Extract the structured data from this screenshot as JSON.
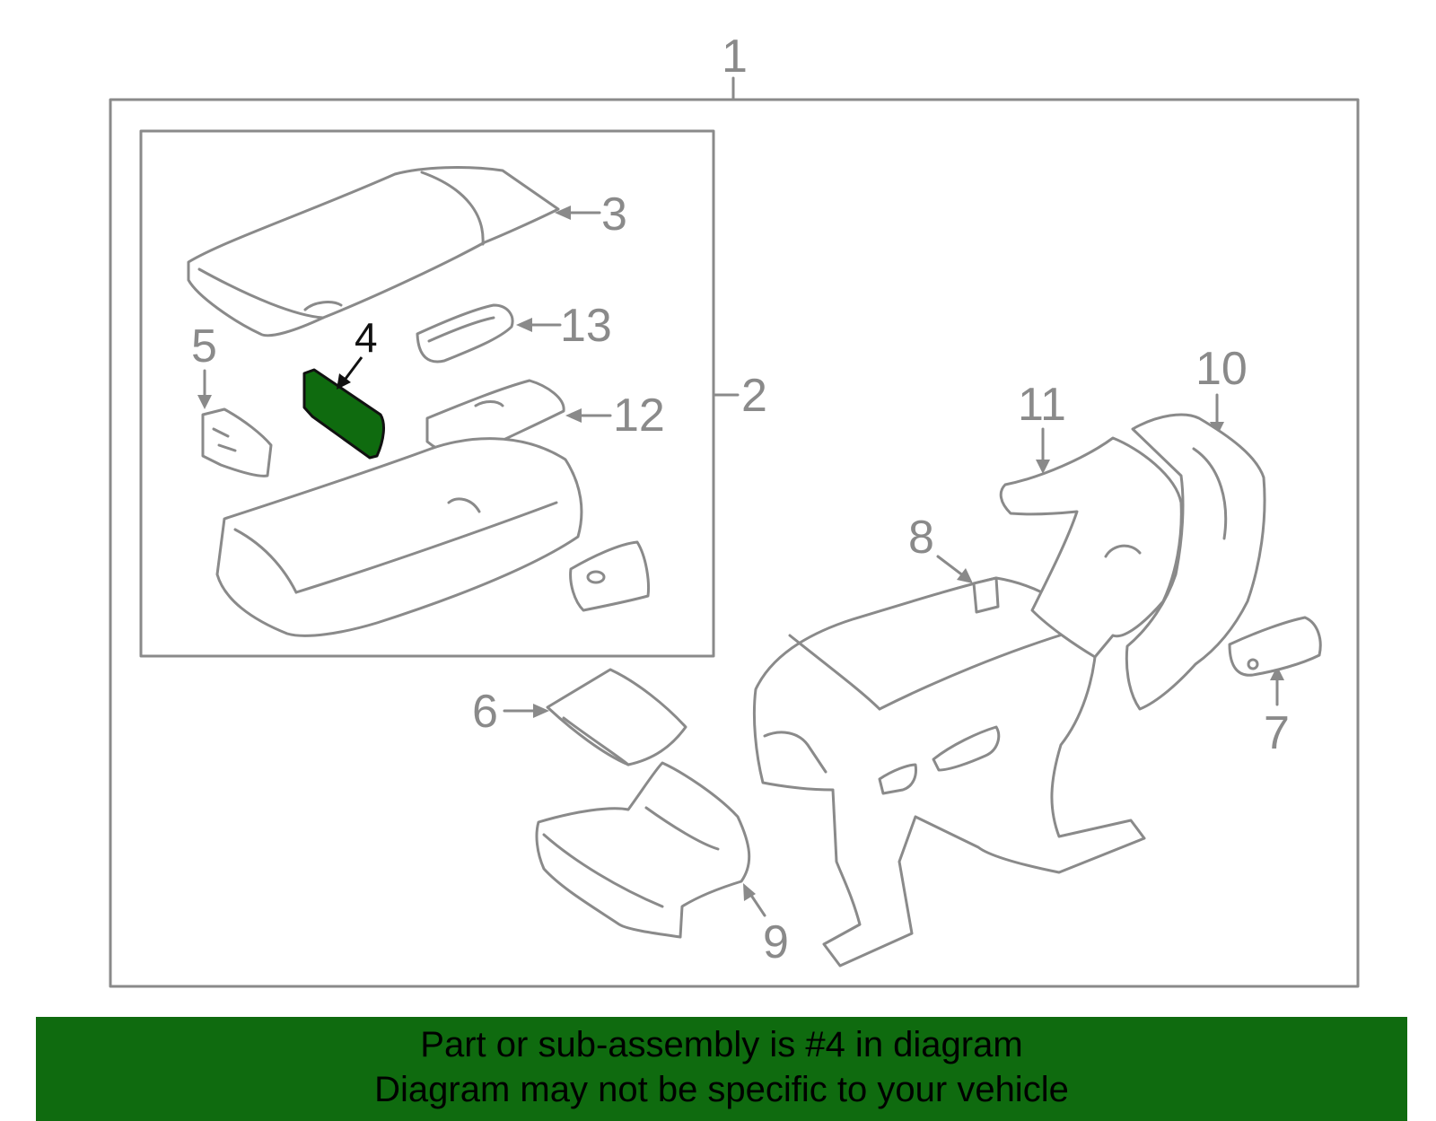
{
  "diagram": {
    "callouts": {
      "c1": "1",
      "c2": "2",
      "c3": "3",
      "c4": "4",
      "c5": "5",
      "c6": "6",
      "c7": "7",
      "c8": "8",
      "c9": "9",
      "c10": "10",
      "c11": "11",
      "c12": "12",
      "c13": "13"
    },
    "highlighted_part": "4",
    "colors": {
      "line": "#8a8a8a",
      "highlight_fill": "#0f6b0f",
      "highlight_line": "#111111",
      "banner": "#0f6b0f"
    }
  },
  "banner": {
    "line1": "Part or sub-assembly is #4 in diagram",
    "line2": "Diagram may not be specific to your vehicle"
  }
}
